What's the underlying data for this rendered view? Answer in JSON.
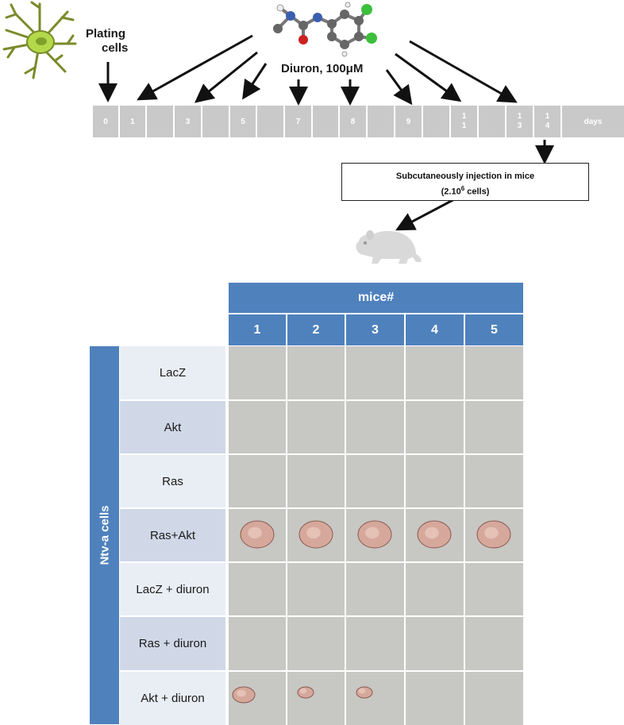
{
  "top": {
    "plating_label_line1": "Plating",
    "plating_label_line2": "cells",
    "drug_label": "Diuron, 100μM"
  },
  "timeline": {
    "cells": [
      "0",
      "1",
      "",
      "3",
      "",
      "5",
      "",
      "7",
      "",
      "8",
      "",
      "9",
      "",
      "1\n1",
      "",
      "1\n3",
      "1\n4",
      "days"
    ]
  },
  "injection": {
    "line1": "Subcutaneously injection in mice",
    "line2_prefix": "(2.10",
    "line2_sup": "6",
    "line2_suffix": " cells)"
  },
  "table": {
    "group_header": "mice#",
    "columns": [
      "1",
      "2",
      "3",
      "4",
      "5"
    ],
    "side_label": "Ntv-a cells",
    "rows": [
      "LacZ",
      "Akt",
      "Ras",
      "Ras+Akt",
      "LacZ + diuron",
      "Ras + diuron",
      "Akt + diuron"
    ]
  },
  "tumors": {
    "present_rows": [
      "Ras+Akt",
      "Akt + diuron"
    ],
    "Ras+Akt": [
      true,
      true,
      true,
      true,
      true
    ],
    "Akt + diuron": [
      true,
      true,
      true,
      false,
      false
    ]
  },
  "colors": {
    "header_blue": "#4f81bd",
    "timeline_gray": "#c9c9c9",
    "cell_gray": "#c7c7c4",
    "row_light": "#e9edf4",
    "row_dark": "#d0d8e8",
    "tumor": "#d6a89c"
  },
  "icons": [
    "cell-icon",
    "molecule-icon",
    "mouse-icon"
  ]
}
